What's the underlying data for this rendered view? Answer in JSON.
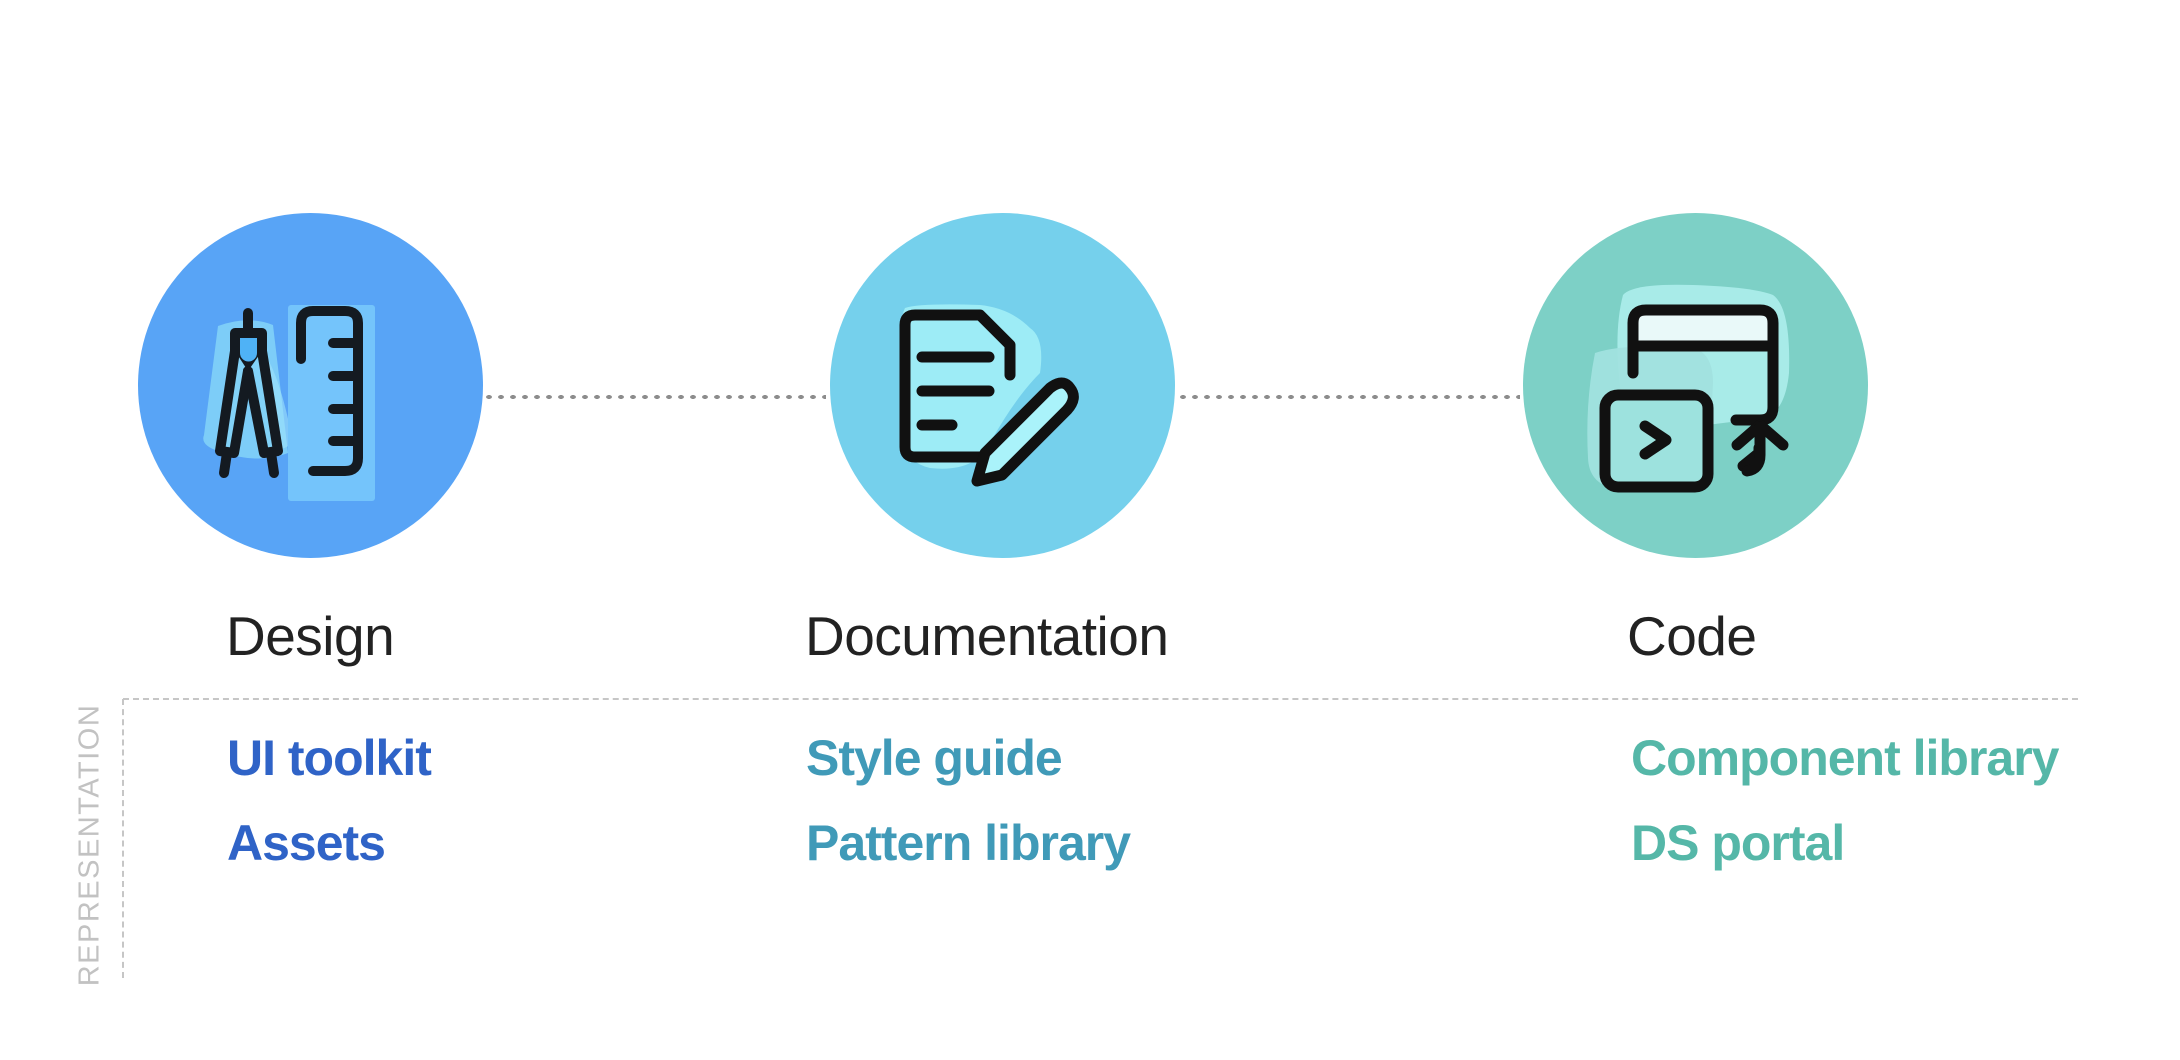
{
  "stages": [
    {
      "id": "design",
      "label": "Design",
      "icon": "compass-ruler-icon",
      "circle_color": "#58a4f6",
      "item_color": "#2f63c7",
      "items": [
        "UI toolkit",
        "Assets"
      ]
    },
    {
      "id": "documentation",
      "label": "Documentation",
      "icon": "document-pencil-icon",
      "circle_color": "#75d0ec",
      "item_color": "#409ab8",
      "items": [
        "Style guide",
        "Pattern library"
      ]
    },
    {
      "id": "code",
      "label": "Code",
      "icon": "browser-terminal-deploy-icon",
      "circle_color": "#7dd0c6",
      "item_color": "#55b7a8",
      "items": [
        "Component library",
        "DS portal"
      ]
    }
  ],
  "representation": {
    "title": "REPRESENTATION"
  },
  "colors": {
    "label_text": "#222222",
    "connector": "#8c8c8c",
    "divider": "#c6c6c6",
    "icon_stroke": "#141a21"
  }
}
